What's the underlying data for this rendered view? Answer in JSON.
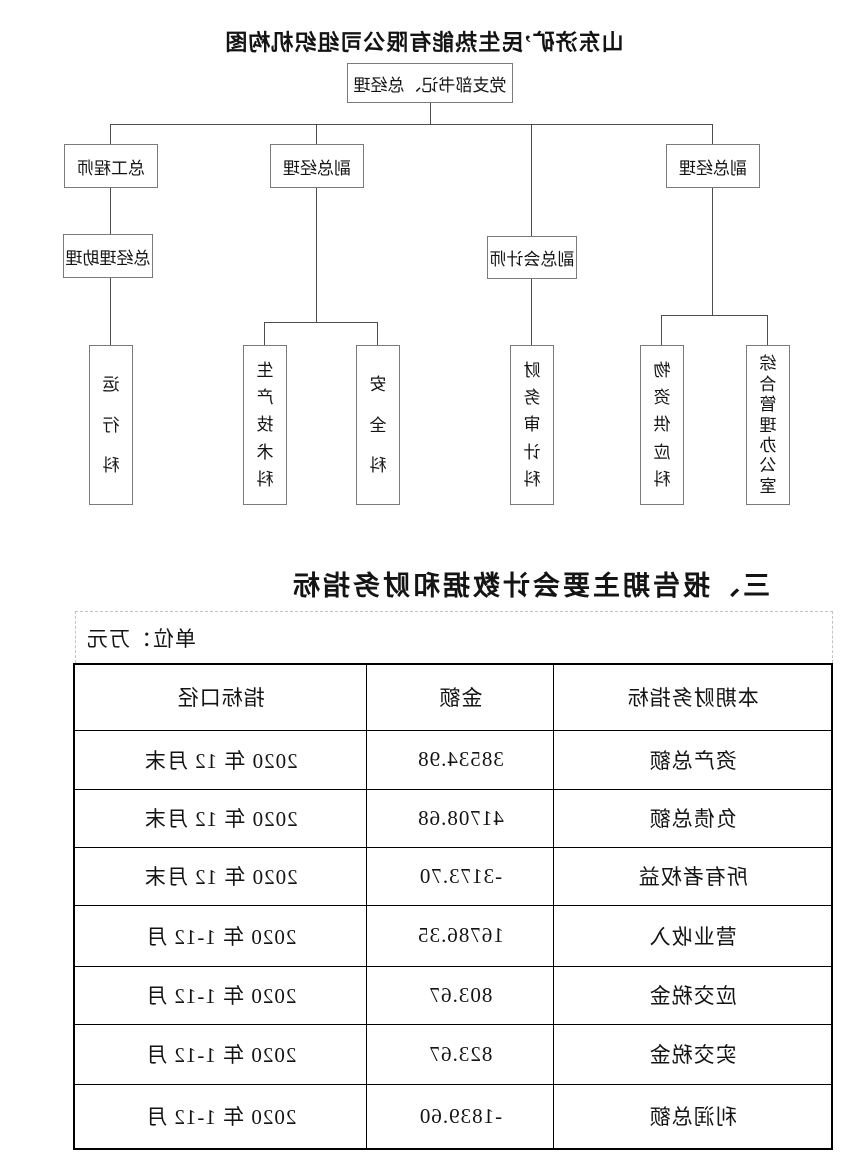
{
  "org_chart": {
    "title": "山东济矿’民生热能有限公司组织机构图",
    "root": {
      "label": "党支部书记、总经理"
    },
    "level2": [
      {
        "label": "副总经理"
      },
      {
        "label": "副总会计师"
      },
      {
        "label": "副总经理"
      },
      {
        "label": "总工程师"
      },
      {
        "label": "总经理助理"
      }
    ],
    "departments": [
      "综合管理办公室",
      "物资供应科",
      "财务审计科",
      "安全科",
      "生产技术科",
      "运行科"
    ]
  },
  "section": {
    "heading": "三、报告期主要会计数据和财务指标",
    "unit_note": "单位：万元",
    "table": {
      "headers": [
        "本期财务指标",
        "金额",
        "指标口径"
      ],
      "rows": [
        {
          "indicator": "资产总额",
          "amount": "38534.98",
          "period": "2020 年 12 月末"
        },
        {
          "indicator": "负债总额",
          "amount": "41708.68",
          "period": "2020 年 12 月末"
        },
        {
          "indicator": "所有者权益",
          "amount": "-3173.70",
          "period": "2020 年 12 月末"
        },
        {
          "indicator": "营业收入",
          "amount": "16786.35",
          "period": "2020 年 1-12 月"
        },
        {
          "indicator": "应交税金",
          "amount": "803.67",
          "period": "2020 年 1-12 月"
        },
        {
          "indicator": "实交税金",
          "amount": "823.67",
          "period": "2020 年 1-12 月"
        },
        {
          "indicator": "利润总额",
          "amount": "-1839.60",
          "period": "2020 年 1-12 月"
        }
      ]
    }
  }
}
